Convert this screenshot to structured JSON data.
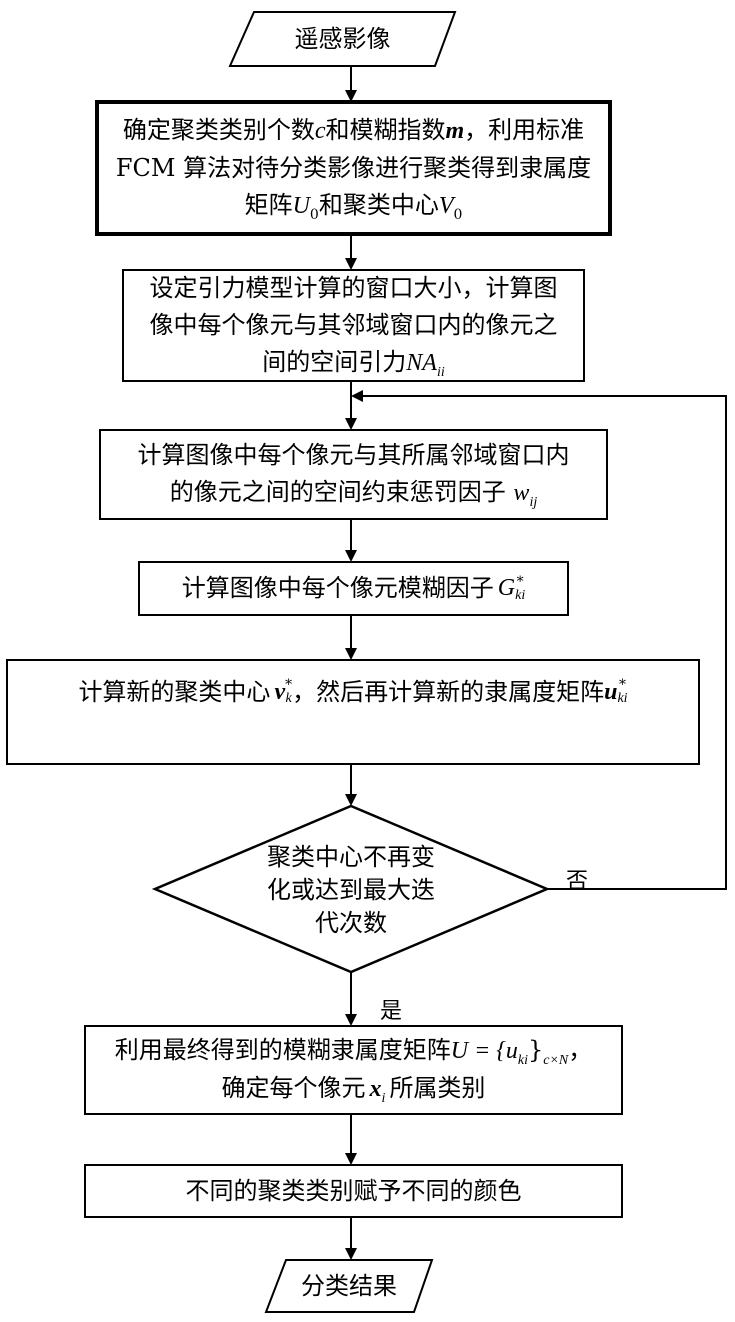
{
  "nodes": {
    "start": {
      "text": "遥感影像"
    },
    "init": {
      "line1_a": "确定聚类类别个数",
      "var_c": "c",
      "line1_b": "和模糊指数",
      "var_m": "m",
      "line1_c": "，利用标准",
      "line2": "FCM 算法对待分类影像进行聚类得到隶属度",
      "line3_a": "矩阵",
      "var_u": "U",
      "sub_u": "0",
      "line3_b": "和聚类中心",
      "var_v": "V",
      "sub_v": "0"
    },
    "window": {
      "line1": "设定引力模型计算的窗口大小，计算图",
      "line2": "像中每个像元与其邻域窗口内的像元之",
      "line3_a": "间的空间引力",
      "var": "NA",
      "sub": "ii"
    },
    "penalty": {
      "line1": "计算图像中每个像元与其所属邻域窗口内",
      "line2_a": "的像元之间的空间约束惩罚因子",
      "var": "w",
      "sub": "ij"
    },
    "fuzzy": {
      "text": "计算图像中每个像元模糊因子",
      "var": "G",
      "sub": "ki",
      "sup": "*"
    },
    "update": {
      "a": "计算新的聚类中心",
      "var_v": "v",
      "sub_v": "k",
      "sup_v": "*",
      "b": "，然后再计算新的隶属度矩阵",
      "var_u": "u",
      "sub_u": "ki",
      "sup_u": "*"
    },
    "decision": {
      "line1": "聚类中心不再变",
      "line2": "化或达到最大迭",
      "line3": "代次数"
    },
    "final": {
      "line1_a": "利用最终得到的模糊隶属度矩阵",
      "expr": "U = {u",
      "sub1": "ki",
      "close": "}",
      "sub2": "c×N",
      "tail": "，",
      "line2_a": "确定每个像元",
      "var_x": "x",
      "sub_x": "i",
      "line2_b": "所属类别"
    },
    "color": {
      "text": "不同的聚类类别赋予不同的颜色"
    },
    "end": {
      "text": "分类结果"
    }
  },
  "edges": {
    "no_label": "否",
    "yes_label": "是"
  }
}
